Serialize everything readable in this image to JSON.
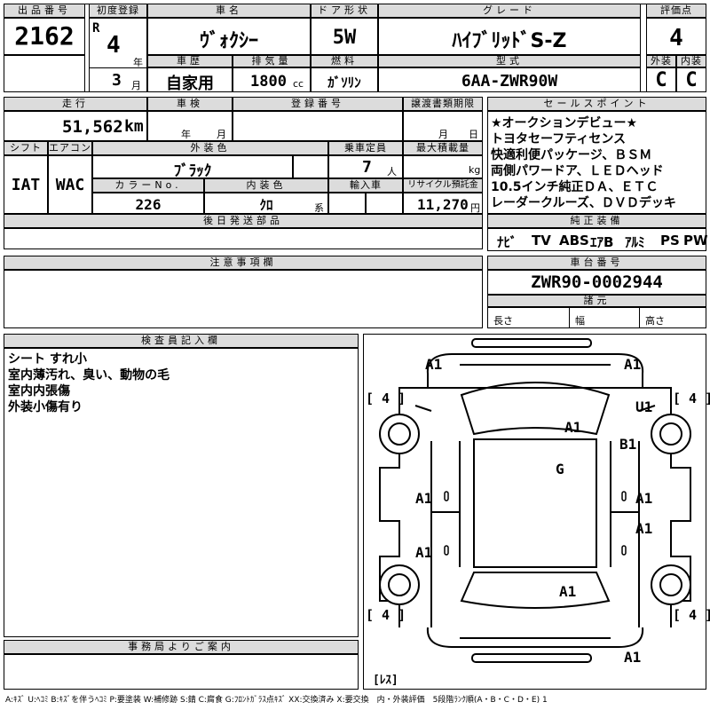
{
  "headers": {
    "lot": "出品番号",
    "first_reg": "初度登録",
    "car_name": "車名",
    "door": "ドア形状",
    "grade": "グレード",
    "score": "評価点",
    "history": "車歴",
    "displacement": "排気量",
    "fuel": "燃料",
    "model_code": "型式",
    "exterior": "外装",
    "interior": "内装",
    "mileage": "走行",
    "inspection": "車検",
    "reg_no": "登録番号",
    "transfer_docs": "譲渡書類期限",
    "sales_points": "セールスポイント",
    "shift": "シフト",
    "aircon": "エアコン",
    "ext_color": "外装色",
    "capacity": "乗車定員",
    "max_load": "最大積載量",
    "color_no": "カラーNo.",
    "int_color": "内装色",
    "import": "輸入車",
    "recycle": "リサイクル預託金",
    "later_parts": "後日発送部品",
    "equipment": "純正装備",
    "caution": "注意事項欄",
    "chassis": "車台番号",
    "dims": "諸元",
    "inspector": "検査員記入欄",
    "office": "事務局よりご案内"
  },
  "values": {
    "lot_number": "2162",
    "era": "R",
    "year": "4",
    "year_unit": "年",
    "month": "3",
    "month_unit": "月",
    "car_name": "ｳﾞｫｸｼｰ",
    "door": "5W",
    "grade": "ﾊｲﾌﾞﾘｯﾄﾞS-Z",
    "score": "4",
    "history": "自家用",
    "displacement": "1800",
    "cc": "cc",
    "fuel": "ｶﾞｿﾘﾝ",
    "model_code": "6AA-ZWR90W",
    "exterior": "C",
    "interior": "C",
    "mileage": "51,562",
    "km": "km",
    "insp_year": "年",
    "insp_month": "月",
    "docs_month": "月",
    "docs_day": "日",
    "shift": "IAT",
    "aircon": "WAC",
    "ext_color": "ﾌﾞﾗｯｸ",
    "capacity": "7",
    "capacity_unit": "人",
    "load_unit": "kg",
    "color_no": "226",
    "int_color": "ｸﾛ",
    "int_unit": "系",
    "recycle": "11,270",
    "yen": "円",
    "chassis": "ZWR90-0002944",
    "length": "長さ",
    "width": "幅",
    "height": "高さ"
  },
  "sales_points": [
    "★オークションデビュー★",
    "トヨタセーフティセンス",
    "快適利便パッケージ、ＢＳＭ",
    "両側パワードア、ＬＥＤヘッド",
    "10.5インチ純正ＤＡ、ＥＴＣ",
    "レーダークルーズ、ＤＶＤデッキ"
  ],
  "equipment": [
    "ﾅﾋﾞ",
    "TV",
    "ABS",
    "ｴｱB",
    "ｱﾙﾐ",
    "PS",
    "PW"
  ],
  "inspector_notes": [
    "シート すれ小",
    "室内薄汚れ、臭い、動物の毛",
    "室内内張傷",
    "外装小傷有り"
  ],
  "diagram": {
    "marks": [
      "A1",
      "A1",
      "U1",
      "A1",
      "B1",
      "G",
      "A1",
      "A1",
      "A1",
      "A1",
      "A1",
      "A1"
    ],
    "tires": [
      "[ 4 ]",
      "[ 4 ]",
      "[ 4 ]",
      "[ 4 ]"
    ],
    "spare": "[ﾚｽ]"
  },
  "legend": "A:ｷｽﾞ U:ﾍｺﾐ B:ｷｽﾞを伴うﾍｺﾐ P:要塗装 W:補修跡 S:錆 C:腐食 G:ﾌﾛﾝﾄｶﾞﾗｽ点ｷｽﾞ XX:交換済み X:要交換　内・外装評価　5段階ﾗﾝｸ順(A・B・C・D・E) 1"
}
